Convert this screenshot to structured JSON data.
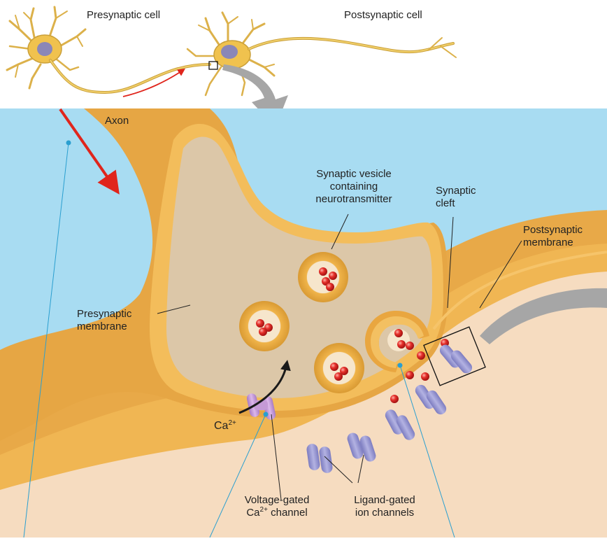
{
  "labels": {
    "presynaptic_cell": "Presynaptic cell",
    "postsynaptic_cell": "Postsynaptic cell",
    "axon": "Axon",
    "vesicle_line1": "Synaptic vesicle",
    "vesicle_line2": "containing",
    "vesicle_line3": "neurotransmitter",
    "cleft_line1": "Synaptic",
    "cleft_line2": "cleft",
    "post_membrane_line1": "Postsynaptic",
    "post_membrane_line2": "membrane",
    "pre_membrane_line1": "Presynaptic",
    "pre_membrane_line2": "membrane",
    "ca_ion": "Ca",
    "ca_charge": "2+",
    "vg_line1": "Voltage-gated",
    "vg_line2_ca": "Ca",
    "vg_line2_charge": "2+",
    "vg_line2_rest": " channel",
    "lg_line1": "Ligand-gated",
    "lg_line2": "ion channels"
  },
  "colors": {
    "extracellular": "#a8dcf2",
    "membrane": "#e9b04a",
    "membrane_dark": "#c98b28",
    "cytoplasm_pre": "#dcc7a8",
    "cytoplasm_post": "#f6dcc0",
    "neurotransmitter": "#e02a22",
    "channel": "#9b9ad2",
    "channel_pink": "#c59ad6",
    "arrow_red": "#e0251c",
    "leader_blue": "#2a9fd0",
    "leader_gray": "#a3a3a3"
  }
}
